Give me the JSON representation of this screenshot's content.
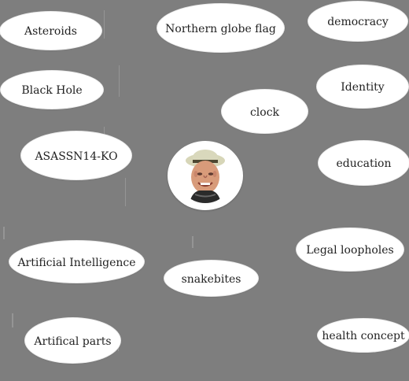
{
  "bubbles": [
    {
      "id": "asteroids",
      "label": "Asteroids"
    },
    {
      "id": "northern-globe-flag",
      "label": "Northern globe flag"
    },
    {
      "id": "democracy",
      "label": "democracy"
    },
    {
      "id": "black-hole",
      "label": "Black Hole"
    },
    {
      "id": "identity",
      "label": "Identity"
    },
    {
      "id": "clock",
      "label": "clock"
    },
    {
      "id": "asassn14-ko",
      "label": "ASASSN14-KO"
    },
    {
      "id": "education",
      "label": "education"
    },
    {
      "id": "artificial-intelligence",
      "label": "Artificial Intelligence"
    },
    {
      "id": "snakebites",
      "label": "snakebites"
    },
    {
      "id": "legal-loopholes",
      "label": "Legal loopholes"
    },
    {
      "id": "artifical-parts",
      "label": "Artifical parts"
    },
    {
      "id": "health-concept",
      "label": "health concept"
    }
  ],
  "center_avatar": {
    "icon": "avatar-icon",
    "kind": "person photo"
  },
  "colors": {
    "background": "#7e7e7e",
    "bubble_fill": "#ffffff",
    "text": "#222222",
    "avatar_hat": "#d7d6b8",
    "avatar_skin": "#d89b7a",
    "avatar_shadow": "#7a4f3d"
  }
}
